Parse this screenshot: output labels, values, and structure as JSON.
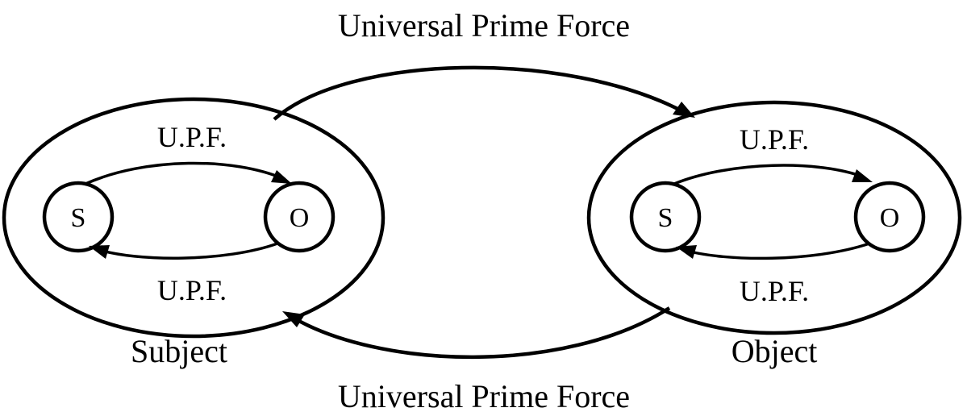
{
  "labels": {
    "top_force": "Universal Prime Force",
    "bottom_force": "Universal Prime Force",
    "subject": "Subject",
    "object": "Object",
    "subject_upf_top": "U.P.F.",
    "subject_upf_bottom": "U.P.F.",
    "object_upf_top": "U.P.F.",
    "object_upf_bottom": "U.P.F.",
    "subject_node_s": "S",
    "subject_node_o": "O",
    "object_node_s": "S",
    "object_node_o": "O"
  },
  "colors": {
    "ink": "#000000",
    "background": "#ffffff"
  }
}
